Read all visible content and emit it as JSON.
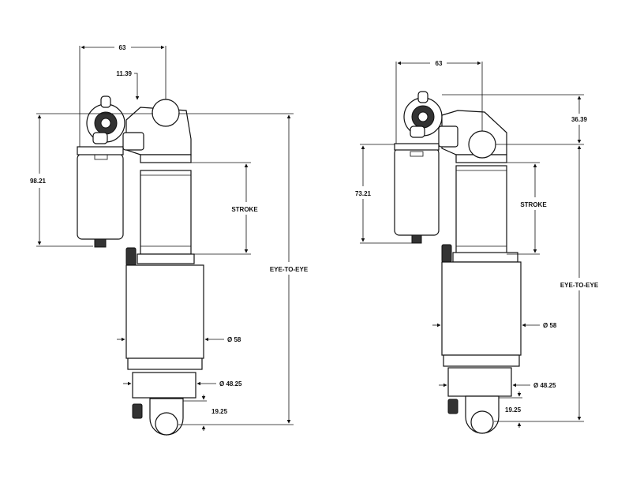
{
  "views": [
    {
      "id": "left",
      "dims": {
        "width": "63",
        "offset": "11.39",
        "height": "98.21",
        "stroke": "STROKE",
        "eye": "EYE-TO-EYE",
        "dia1": "Ø 58",
        "dia2": "Ø 48.25",
        "bottom": "19.25"
      }
    },
    {
      "id": "right",
      "dims": {
        "width": "63",
        "offset": "36.39",
        "height": "73.21",
        "stroke": "STROKE",
        "eye": "EYE-TO-EYE",
        "dia1": "Ø 58",
        "dia2": "Ø 48.25",
        "bottom": "19.25"
      }
    }
  ],
  "colors": {
    "line": "#111111",
    "dark_fill": "#333333",
    "background": "#ffffff"
  }
}
